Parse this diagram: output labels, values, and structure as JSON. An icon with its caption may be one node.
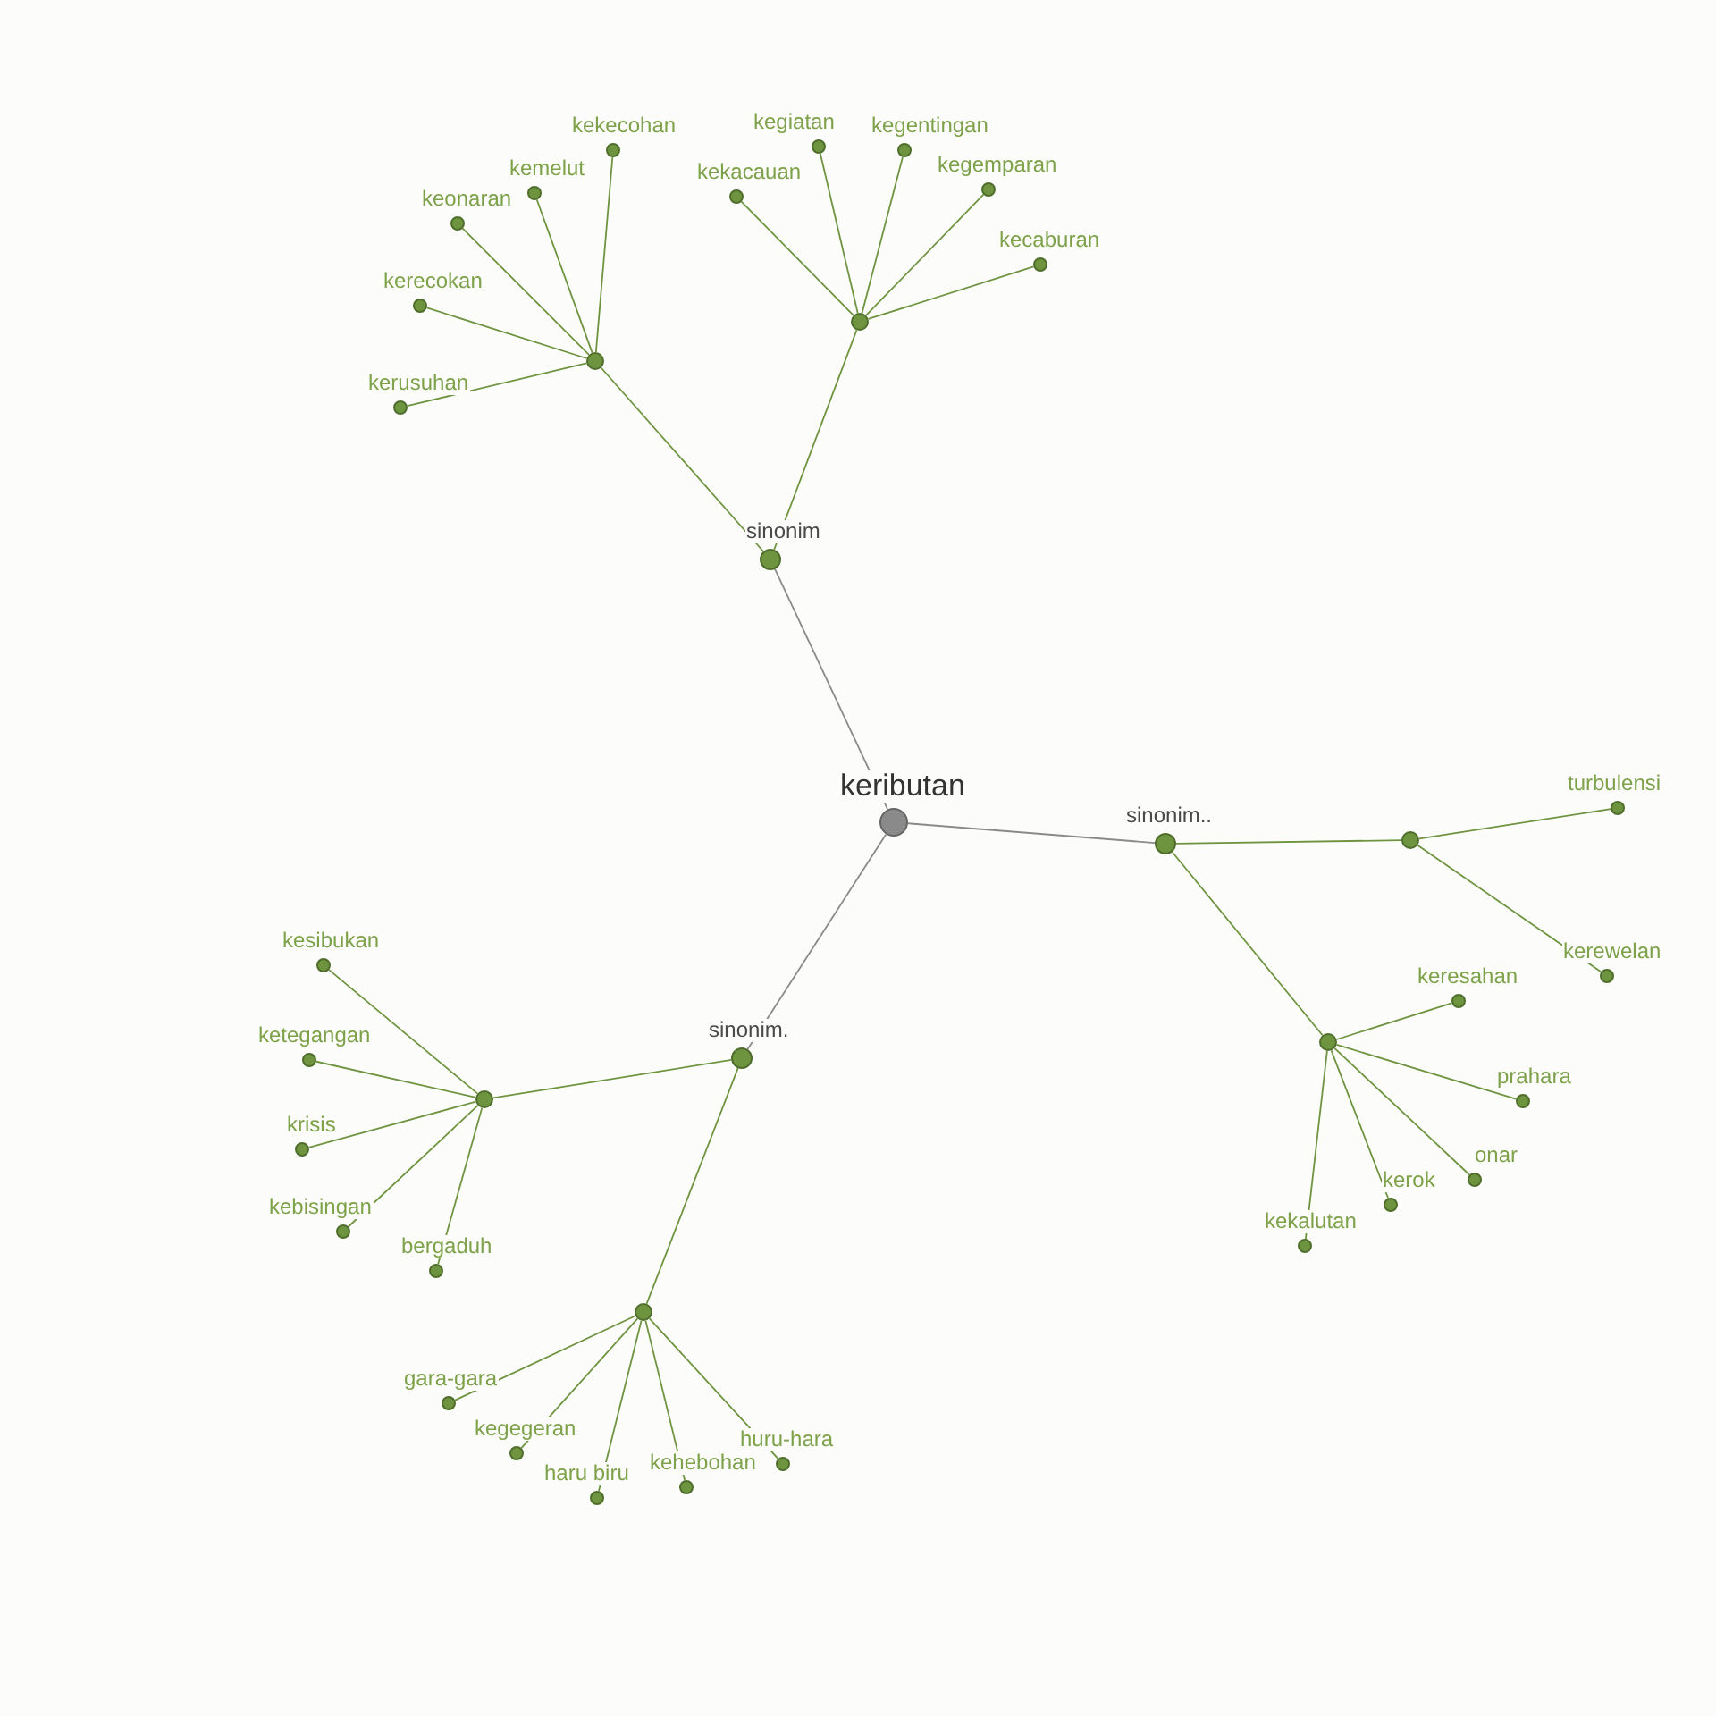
{
  "diagram": {
    "nodes": [
      {
        "text": [
          "keributan"
        ]
      },
      {
        "text": [
          "sinonim"
        ]
      },
      {
        "text": [],
        "shape": "circle"
      },
      {
        "text": [
          "kerusuhan"
        ]
      },
      {
        "text": [
          "kerecokan"
        ]
      },
      {
        "text": [
          "keonaran"
        ]
      },
      {
        "text": [
          "kemelut"
        ]
      },
      {
        "text": [
          "kekecohan"
        ]
      },
      {
        "text": [],
        "shape": "circle"
      },
      {
        "text": [
          "kekacauan"
        ]
      },
      {
        "text": [
          "kegiatan"
        ]
      },
      {
        "text": [
          "kegentingan"
        ]
      },
      {
        "text": [
          "kegemparan"
        ]
      },
      {
        "text": [
          "kecaburan"
        ]
      },
      {
        "text": [
          "sinonim.."
        ]
      },
      {
        "text": [],
        "shape": "circle"
      },
      {
        "text": [
          "turbulensi"
        ]
      },
      {
        "text": [
          "kerewelan"
        ]
      },
      {
        "text": [],
        "shape": "circle"
      },
      {
        "text": [
          "keresahan"
        ]
      },
      {
        "text": [
          "prahara"
        ]
      },
      {
        "text": [
          "onar"
        ]
      },
      {
        "text": [
          "kerok"
        ]
      },
      {
        "text": [
          "kekalutan"
        ]
      },
      {
        "text": [
          "sinonim."
        ]
      },
      {
        "text": [],
        "shape": "circle"
      },
      {
        "text": [
          "kesibukan"
        ]
      },
      {
        "text": [
          "ketegangan"
        ]
      },
      {
        "text": [
          "krisis"
        ]
      },
      {
        "text": [
          "kebisingan"
        ]
      },
      {
        "text": [
          "bergaduh"
        ]
      },
      {
        "text": [],
        "shape": "circle"
      },
      {
        "text": [
          "gara-gara"
        ]
      },
      {
        "text": [
          "kegegeran"
        ]
      },
      {
        "text": [
          "haru biru"
        ]
      },
      {
        "text": [
          "kehebohan"
        ]
      },
      {
        "text": [
          "huru-hara"
        ]
      }
    ],
    "edges": [
      {
        "from": 0,
        "to": 1,
        "arrow": "none",
        "color": "#8a8a8a"
      },
      {
        "from": 1,
        "to": 2,
        "arrow": "none"
      },
      {
        "from": 2,
        "to": 3,
        "arrow": "none"
      },
      {
        "from": 2,
        "to": 4,
        "arrow": "none"
      },
      {
        "from": 2,
        "to": 5,
        "arrow": "none"
      },
      {
        "from": 2,
        "to": 6,
        "arrow": "none"
      },
      {
        "from": 2,
        "to": 7,
        "arrow": "none"
      },
      {
        "from": 1,
        "to": 8,
        "arrow": "none"
      },
      {
        "from": 8,
        "to": 9,
        "arrow": "none"
      },
      {
        "from": 8,
        "to": 10,
        "arrow": "none"
      },
      {
        "from": 8,
        "to": 11,
        "arrow": "none"
      },
      {
        "from": 8,
        "to": 12,
        "arrow": "none"
      },
      {
        "from": 8,
        "to": 13,
        "arrow": "none"
      },
      {
        "from": 0,
        "to": 14,
        "arrow": "none",
        "color": "#8a8a8a"
      },
      {
        "from": 14,
        "to": 15,
        "arrow": "none"
      },
      {
        "from": 15,
        "to": 16,
        "arrow": "none"
      },
      {
        "from": 15,
        "to": 17,
        "arrow": "none"
      },
      {
        "from": 14,
        "to": 18,
        "arrow": "none"
      },
      {
        "from": 18,
        "to": 19,
        "arrow": "none"
      },
      {
        "from": 18,
        "to": 20,
        "arrow": "none"
      },
      {
        "from": 18,
        "to": 21,
        "arrow": "none"
      },
      {
        "from": 18,
        "to": 22,
        "arrow": "none"
      },
      {
        "from": 18,
        "to": 23,
        "arrow": "none"
      },
      {
        "from": 0,
        "to": 24,
        "arrow": "none",
        "color": "#8a8a8a"
      },
      {
        "from": 24,
        "to": 25,
        "arrow": "none"
      },
      {
        "from": 25,
        "to": 26,
        "arrow": "none"
      },
      {
        "from": 25,
        "to": 27,
        "arrow": "none"
      },
      {
        "from": 25,
        "to": 28,
        "arrow": "none"
      },
      {
        "from": 25,
        "to": 29,
        "arrow": "none"
      },
      {
        "from": 25,
        "to": 30,
        "arrow": "none"
      },
      {
        "from": 24,
        "to": 31,
        "arrow": "none"
      },
      {
        "from": 31,
        "to": 32,
        "arrow": "none"
      },
      {
        "from": 31,
        "to": 33,
        "arrow": "none"
      },
      {
        "from": 31,
        "to": 34,
        "arrow": "none"
      },
      {
        "from": 31,
        "to": 35,
        "arrow": "none"
      },
      {
        "from": 31,
        "to": 36,
        "arrow": "none"
      }
    ]
  }
}
